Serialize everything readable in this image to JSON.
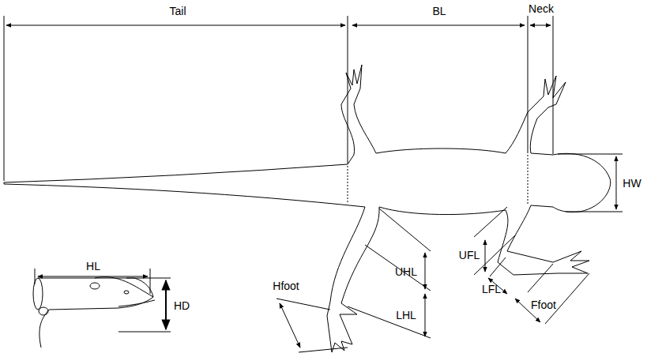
{
  "diagram": {
    "labels": [
      "Tail",
      "BL",
      "Neck",
      "HW",
      "HL",
      "HD",
      "UHL",
      "LHL",
      "UFL",
      "LFL",
      "Ffoot",
      "Hfoot"
    ]
  }
}
